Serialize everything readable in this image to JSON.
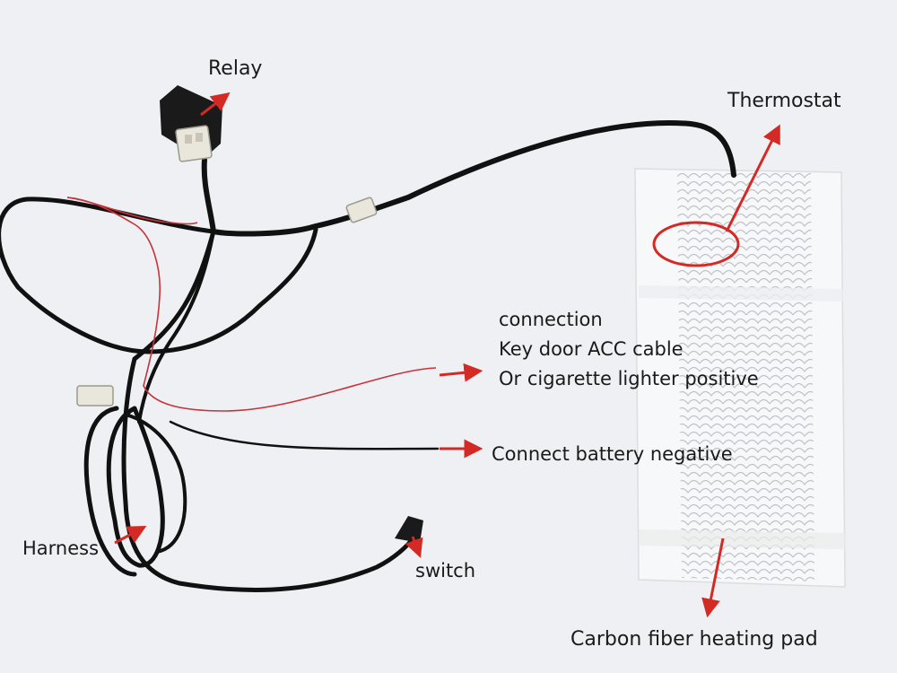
{
  "labels": {
    "relay": "Relay",
    "thermostat": "Thermostat",
    "connection": "connection",
    "key_door_acc": "Key door ACC cable",
    "cigarette": "Or cigarette lighter positive",
    "battery_negative": "Connect  battery negative",
    "harness": "Harness",
    "switch": "switch",
    "heating_pad": "Carbon fiber heating pad"
  },
  "colors": {
    "background": "#eef0f3",
    "cable": "#111111",
    "red_wire": "#c8323a",
    "arrow": "#d42a26",
    "pad_paper": "#f7f8fa",
    "pad_mesh": "#c9ccd2",
    "connector": "#e9e6dc"
  }
}
